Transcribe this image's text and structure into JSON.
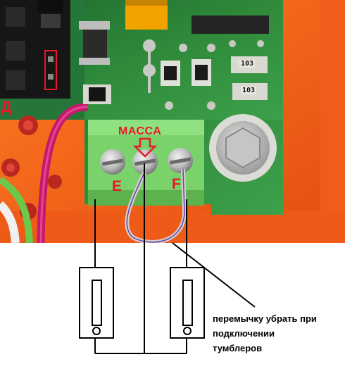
{
  "photo_labels": {
    "ground": "МАССА",
    "terminal_e": "E",
    "terminal_f": "F",
    "edge_letter": "Д"
  },
  "resistor_codes": {
    "top": "103",
    "bottom": "103"
  },
  "note": {
    "line1": "перемычку убрать при",
    "line2": "подключении",
    "line3": "тумблеров"
  },
  "colors": {
    "pcb": "#2f8a3a",
    "housing": "#f26b1d",
    "terminal_block": "#79d36a",
    "label_red": "#e8182a",
    "jumper_wire_purple": "#6a3fb4"
  }
}
